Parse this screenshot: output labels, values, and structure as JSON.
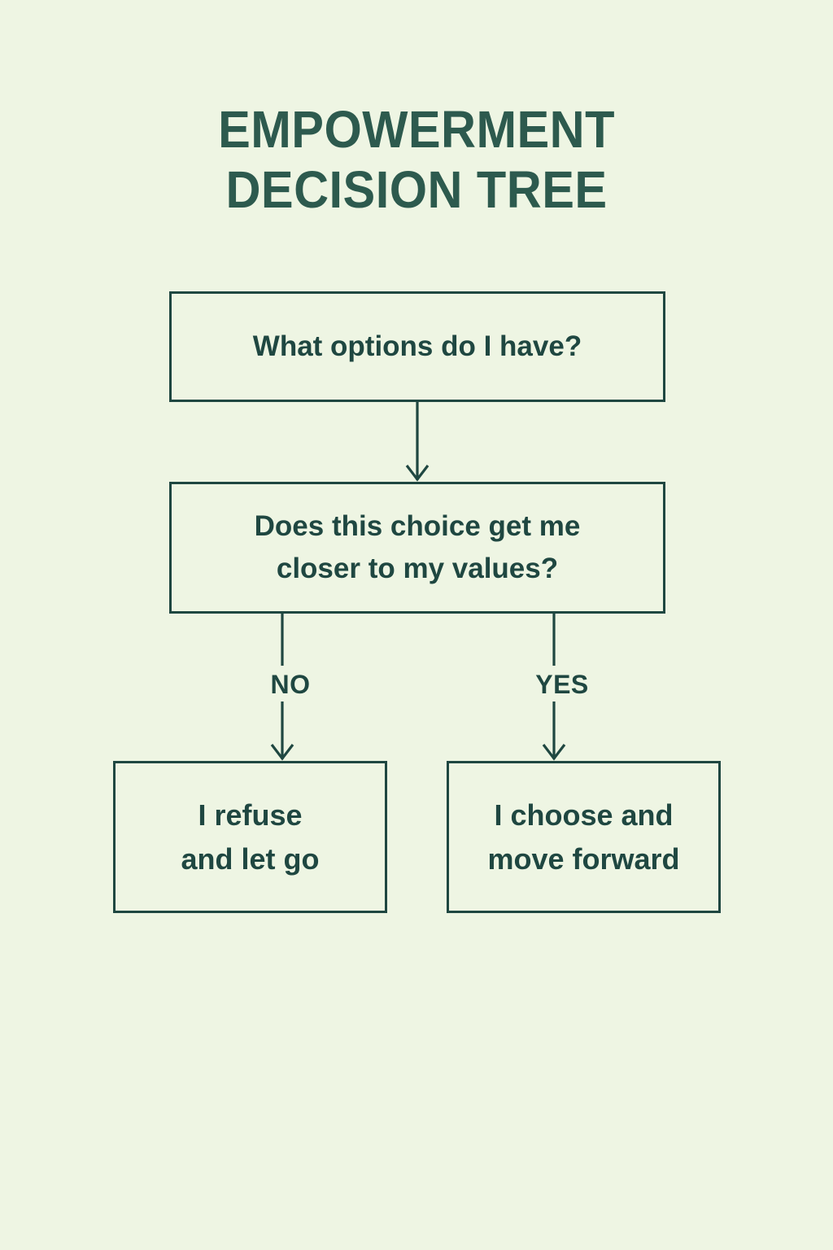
{
  "page": {
    "background_color": "#eef5e3",
    "ink_color": "#1f4741",
    "title_color": "#2d5a4e"
  },
  "title": {
    "text": "EMPOWERMENT\nDECISION TREE"
  },
  "diagram": {
    "type": "flowchart",
    "nodes": {
      "root": {
        "label": "What options do I have?"
      },
      "question": {
        "label": "Does this choice get me\ncloser to my values?"
      },
      "outcome_no": {
        "label": "I refuse\nand let go"
      },
      "outcome_yes": {
        "label": "I choose and\nmove forward"
      }
    },
    "edges": {
      "root_to_question": {
        "label": ""
      },
      "question_to_no": {
        "label": "NO"
      },
      "question_to_yes": {
        "label": "YES"
      }
    }
  }
}
